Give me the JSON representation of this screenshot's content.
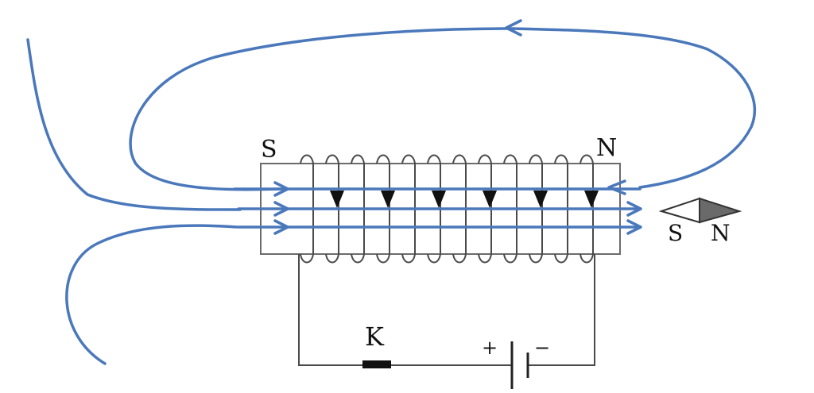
{
  "labels": {
    "solenoid_left_pole": "S",
    "solenoid_right_pole": "N",
    "compass_south": "S",
    "compass_north": "N",
    "switch": "K",
    "battery_positive": "+",
    "battery_negative": "−"
  },
  "colors": {
    "field_line": "#4a78bb",
    "wire": "#4a4a4a",
    "core_stroke": "#6b6b6b",
    "compass_north_fill": "#6a6a6a",
    "text": "#111111"
  },
  "icons": {
    "compass": "compass-needle-icon",
    "battery": "battery-icon",
    "switch": "switch-icon"
  }
}
